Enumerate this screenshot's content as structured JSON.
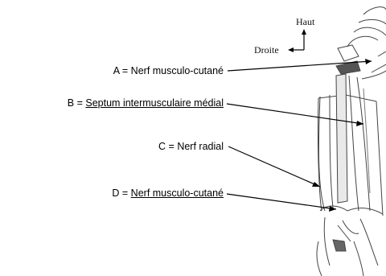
{
  "orientation": {
    "up_label": "Haut",
    "right_label": "Droite"
  },
  "labels": [
    {
      "letter_prefix": "A = ",
      "name": "Nerf musculo-cutané",
      "underlined": false
    },
    {
      "letter_prefix": "B = ",
      "name": "Septum intermusculaire médial",
      "underlined": true
    },
    {
      "letter_prefix": "C = ",
      "name": "Nerf radial",
      "underlined": false
    },
    {
      "letter_prefix": "D = ",
      "name": "Nerf musculo-cutané",
      "underlined": true
    }
  ],
  "colors": {
    "line": "#000000",
    "sketch": "#333333"
  }
}
